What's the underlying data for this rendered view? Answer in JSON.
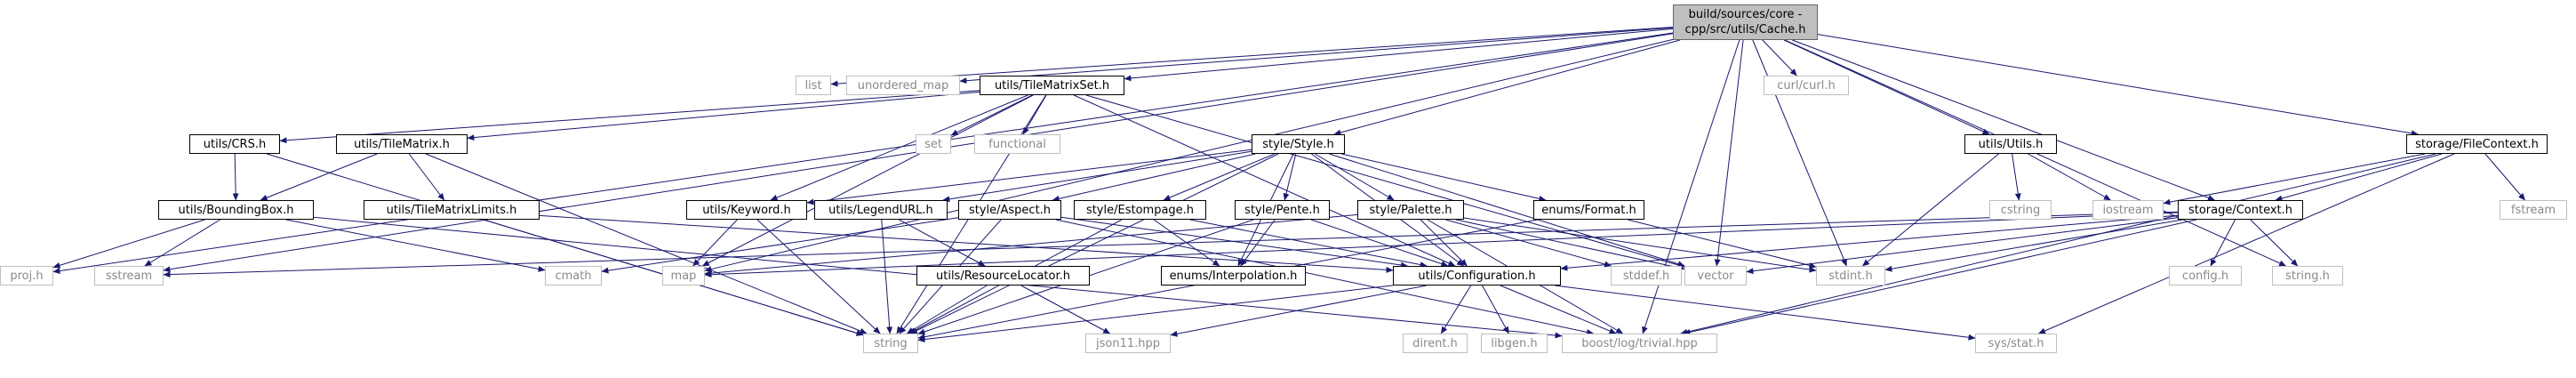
{
  "graph": {
    "colors": {
      "edge": "#191970",
      "local_border": "#000000",
      "system_border": "#bfbfbf",
      "system_text": "#8a8a8a",
      "root_fill": "#bfbfbf"
    },
    "nodes": [
      {
        "id": "cache",
        "label": "build/sources/core -cpp/src/utils/Cache.h",
        "kind": "root"
      },
      {
        "id": "list",
        "label": "list",
        "kind": "system"
      },
      {
        "id": "unordered_map",
        "label": "unordered_map",
        "kind": "system"
      },
      {
        "id": "tilematrixset",
        "label": "utils/TileMatrixSet.h",
        "kind": "local"
      },
      {
        "id": "curl",
        "label": "curl/curl.h",
        "kind": "system"
      },
      {
        "id": "utils_utils",
        "label": "utils/Utils.h",
        "kind": "local"
      },
      {
        "id": "filecontext",
        "label": "storage/FileContext.h",
        "kind": "local"
      },
      {
        "id": "crs",
        "label": "utils/CRS.h",
        "kind": "local"
      },
      {
        "id": "tilematrix",
        "label": "utils/TileMatrix.h",
        "kind": "local"
      },
      {
        "id": "set",
        "label": "set",
        "kind": "system"
      },
      {
        "id": "functional",
        "label": "functional",
        "kind": "system"
      },
      {
        "id": "style",
        "label": "style/Style.h",
        "kind": "local"
      },
      {
        "id": "cstring",
        "label": "cstring",
        "kind": "system"
      },
      {
        "id": "iostream",
        "label": "iostream",
        "kind": "system"
      },
      {
        "id": "context",
        "label": "storage/Context.h",
        "kind": "local"
      },
      {
        "id": "fstream",
        "label": "fstream",
        "kind": "system"
      },
      {
        "id": "boundingbox",
        "label": "utils/BoundingBox.h",
        "kind": "local"
      },
      {
        "id": "tilematrixlimits",
        "label": "utils/TileMatrixLimits.h",
        "kind": "local"
      },
      {
        "id": "keyword",
        "label": "utils/Keyword.h",
        "kind": "local"
      },
      {
        "id": "legendurl",
        "label": "utils/LegendURL.h",
        "kind": "local"
      },
      {
        "id": "aspect",
        "label": "style/Aspect.h",
        "kind": "local"
      },
      {
        "id": "estompage",
        "label": "style/Estompage.h",
        "kind": "local"
      },
      {
        "id": "pente",
        "label": "style/Pente.h",
        "kind": "local"
      },
      {
        "id": "palette",
        "label": "style/Palette.h",
        "kind": "local"
      },
      {
        "id": "format",
        "label": "enums/Format.h",
        "kind": "local"
      },
      {
        "id": "config_h",
        "label": "config.h",
        "kind": "system"
      },
      {
        "id": "string_h",
        "label": "string.h",
        "kind": "system"
      },
      {
        "id": "proj",
        "label": "proj.h",
        "kind": "system"
      },
      {
        "id": "sstream",
        "label": "sstream",
        "kind": "system"
      },
      {
        "id": "cmath",
        "label": "cmath",
        "kind": "system"
      },
      {
        "id": "map",
        "label": "map",
        "kind": "system"
      },
      {
        "id": "resourcelocator",
        "label": "utils/ResourceLocator.h",
        "kind": "local"
      },
      {
        "id": "interpolation",
        "label": "enums/Interpolation.h",
        "kind": "local"
      },
      {
        "id": "configuration",
        "label": "utils/Configuration.h",
        "kind": "local"
      },
      {
        "id": "stddef",
        "label": "stddef.h",
        "kind": "system"
      },
      {
        "id": "vector",
        "label": "vector",
        "kind": "system"
      },
      {
        "id": "stdint",
        "label": "stdint.h",
        "kind": "system"
      },
      {
        "id": "string",
        "label": "string",
        "kind": "system"
      },
      {
        "id": "json11",
        "label": "json11.hpp",
        "kind": "system"
      },
      {
        "id": "dirent",
        "label": "dirent.h",
        "kind": "system"
      },
      {
        "id": "libgen",
        "label": "libgen.h",
        "kind": "system"
      },
      {
        "id": "boostlog",
        "label": "boost/log/trivial.hpp",
        "kind": "system"
      },
      {
        "id": "sysstat",
        "label": "sys/stat.h",
        "kind": "system"
      }
    ],
    "edges": [
      [
        "cache",
        "list"
      ],
      [
        "cache",
        "unordered_map"
      ],
      [
        "cache",
        "tilematrixset"
      ],
      [
        "cache",
        "curl"
      ],
      [
        "cache",
        "utils_utils"
      ],
      [
        "cache",
        "filecontext"
      ],
      [
        "cache",
        "style"
      ],
      [
        "cache",
        "context"
      ],
      [
        "cache",
        "proj"
      ],
      [
        "cache",
        "sstream"
      ],
      [
        "cache",
        "map"
      ],
      [
        "cache",
        "vector"
      ],
      [
        "cache",
        "stdint"
      ],
      [
        "cache",
        "string_h"
      ],
      [
        "cache",
        "boostlog"
      ],
      [
        "tilematrixset",
        "crs"
      ],
      [
        "tilematrixset",
        "tilematrix"
      ],
      [
        "tilematrixset",
        "set"
      ],
      [
        "tilematrixset",
        "functional"
      ],
      [
        "tilematrixset",
        "keyword"
      ],
      [
        "tilematrixset",
        "string"
      ],
      [
        "tilematrixset",
        "map"
      ],
      [
        "tilematrixset",
        "configuration"
      ],
      [
        "tilematrixset",
        "vector"
      ],
      [
        "crs",
        "boundingbox"
      ],
      [
        "crs",
        "string"
      ],
      [
        "tilematrix",
        "boundingbox"
      ],
      [
        "tilematrix",
        "tilematrixlimits"
      ],
      [
        "tilematrix",
        "string"
      ],
      [
        "boundingbox",
        "proj"
      ],
      [
        "boundingbox",
        "sstream"
      ],
      [
        "boundingbox",
        "cmath"
      ],
      [
        "boundingbox",
        "boostlog"
      ],
      [
        "tilematrixlimits",
        "configuration"
      ],
      [
        "tilematrixlimits",
        "string"
      ],
      [
        "style",
        "keyword"
      ],
      [
        "style",
        "legendurl"
      ],
      [
        "style",
        "aspect"
      ],
      [
        "style",
        "estompage"
      ],
      [
        "style",
        "pente"
      ],
      [
        "style",
        "palette"
      ],
      [
        "style",
        "format"
      ],
      [
        "style",
        "interpolation"
      ],
      [
        "style",
        "configuration"
      ],
      [
        "style",
        "string"
      ],
      [
        "style",
        "vector"
      ],
      [
        "keyword",
        "map"
      ],
      [
        "keyword",
        "string"
      ],
      [
        "legendurl",
        "resourcelocator"
      ],
      [
        "legendurl",
        "string"
      ],
      [
        "aspect",
        "cmath"
      ],
      [
        "aspect",
        "configuration"
      ],
      [
        "aspect",
        "string"
      ],
      [
        "aspect",
        "boostlog"
      ],
      [
        "estompage",
        "interpolation"
      ],
      [
        "estompage",
        "configuration"
      ],
      [
        "estompage",
        "string"
      ],
      [
        "pente",
        "configuration"
      ],
      [
        "pente",
        "string"
      ],
      [
        "pente",
        "interpolation"
      ],
      [
        "palette",
        "map"
      ],
      [
        "palette",
        "stddef"
      ],
      [
        "palette",
        "vector"
      ],
      [
        "palette",
        "stdint"
      ],
      [
        "palette",
        "configuration"
      ],
      [
        "palette",
        "boostlog"
      ],
      [
        "format",
        "stdint"
      ],
      [
        "format",
        "string"
      ],
      [
        "resourcelocator",
        "string"
      ],
      [
        "resourcelocator",
        "json11"
      ],
      [
        "configuration",
        "string"
      ],
      [
        "configuration",
        "json11"
      ],
      [
        "configuration",
        "dirent"
      ],
      [
        "configuration",
        "libgen"
      ],
      [
        "configuration",
        "boostlog"
      ],
      [
        "configuration",
        "sysstat"
      ],
      [
        "utils_utils",
        "cstring"
      ],
      [
        "utils_utils",
        "iostream"
      ],
      [
        "utils_utils",
        "stdint"
      ],
      [
        "filecontext",
        "context"
      ],
      [
        "filecontext",
        "iostream"
      ],
      [
        "filecontext",
        "fstream"
      ],
      [
        "filecontext",
        "sysstat"
      ],
      [
        "filecontext",
        "boostlog"
      ],
      [
        "context",
        "config_h"
      ],
      [
        "context",
        "string_h"
      ],
      [
        "context",
        "stdint"
      ],
      [
        "context",
        "vector"
      ],
      [
        "context",
        "map"
      ],
      [
        "context",
        "sstream"
      ],
      [
        "context",
        "configuration"
      ],
      [
        "context",
        "boostlog"
      ]
    ]
  }
}
